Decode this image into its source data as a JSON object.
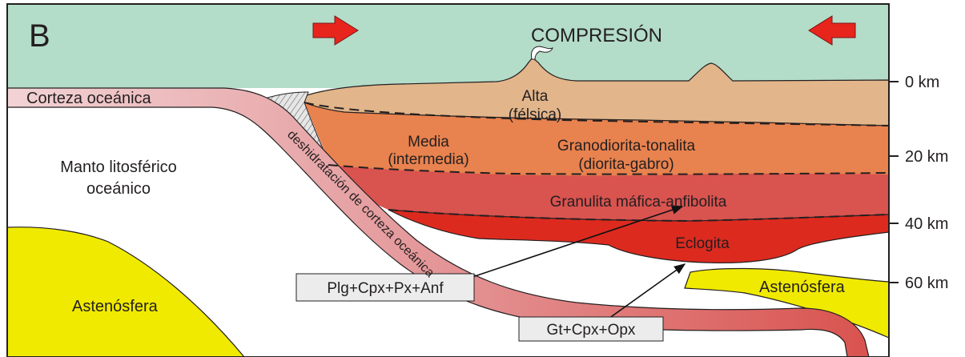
{
  "panel_letter": "B",
  "regime": "COMPRESIÓN",
  "labels": {
    "oceanic_crust": "Corteza oceánica",
    "mantle_line1": "Manto litosférico",
    "mantle_line2": "oceánico",
    "asthenosphere_left": "Astenósfera",
    "asthenosphere_right": "Astenósfera",
    "upper_line1": "Alta",
    "upper_line2": "(félsica)",
    "middle_line1": "Media",
    "middle_line2": "(intermedia)",
    "granodiorite_line1": "Granodiorita-tonalita",
    "granodiorite_line2": "(diorita-gabro)",
    "granulite": "Granulita máfica-anfibolita",
    "eclogite": "Eclogita",
    "dehydration": "deshidratación de corteza oceánica"
  },
  "mineral_boxes": {
    "plg_assemblage": "Plg+Cpx+Px+Anf",
    "gt_assemblage": "Gt+Cpx+Opx"
  },
  "depth_scale": [
    "0 km",
    "20 km",
    "40 km",
    "60 km"
  ],
  "colors": {
    "sky": "#b3dcc9",
    "upper_crust": "#e2b58a",
    "middle_crust": "#e8824e",
    "lower_crust": "#d9534f",
    "eclogite": "#dd2a1f",
    "slab": "#e7a8a9",
    "asthenosphere": "#f0ea00",
    "mantle": "#ffffff",
    "arrow": "#e8251d"
  }
}
